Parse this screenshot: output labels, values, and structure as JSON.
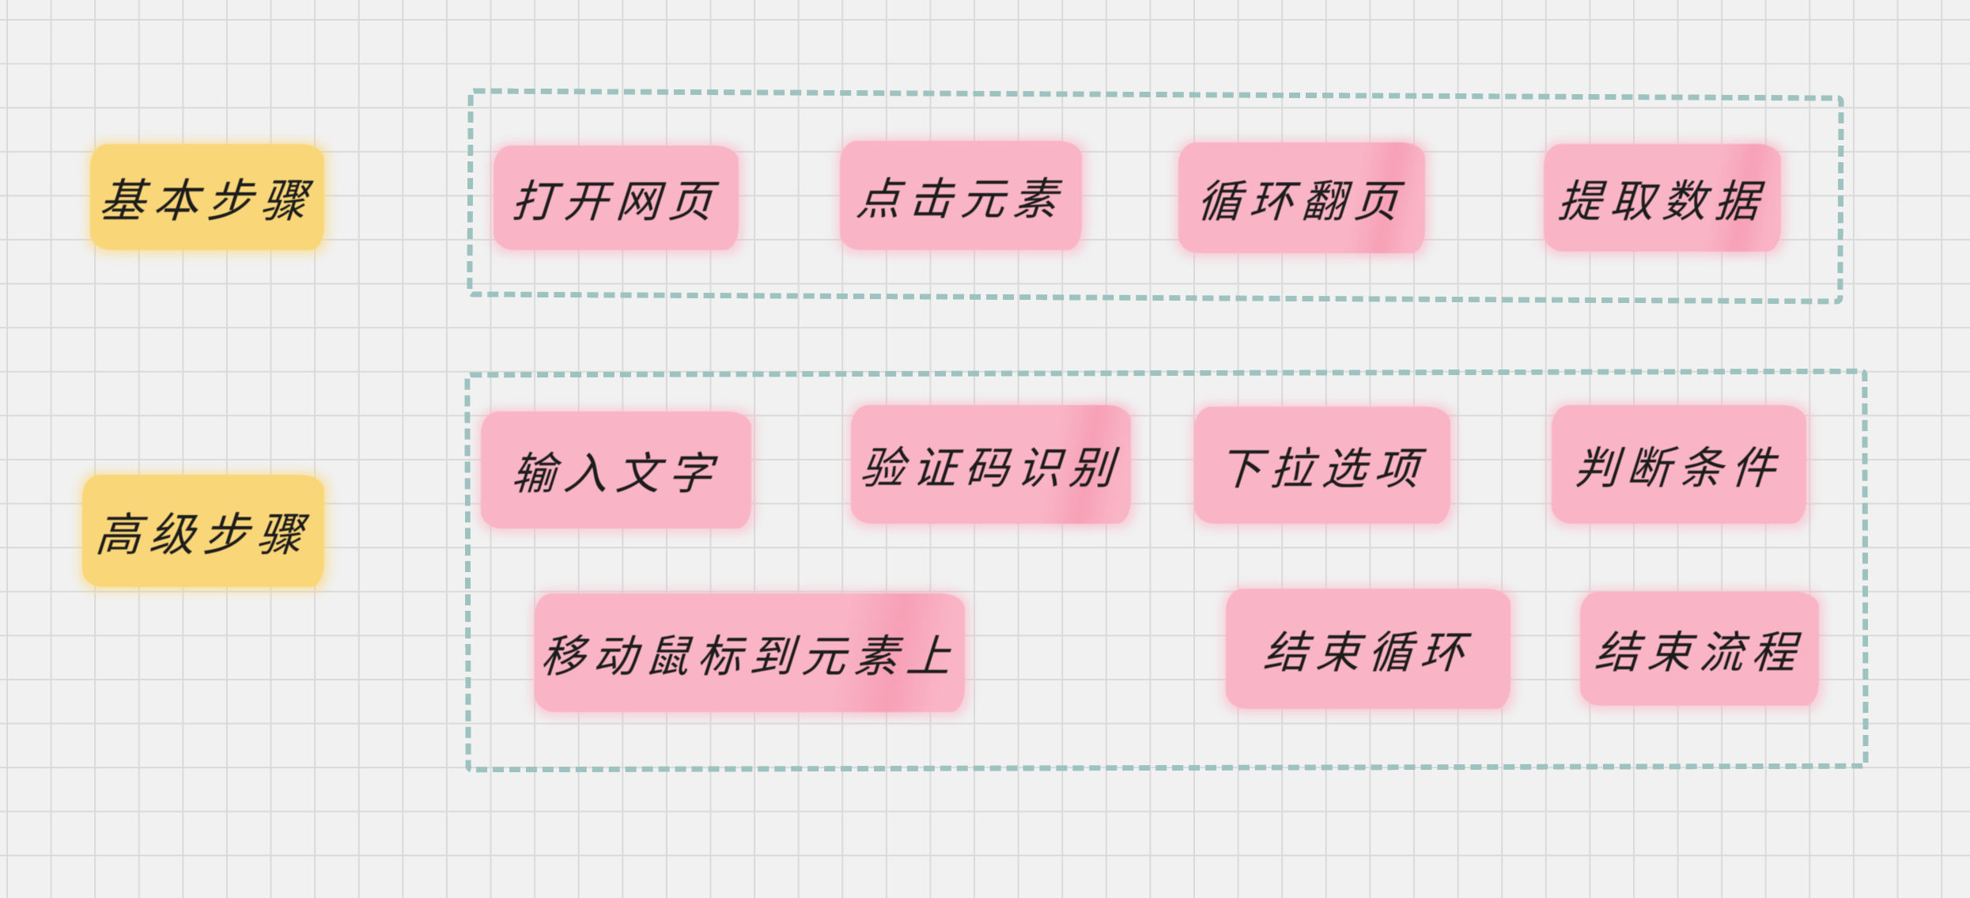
{
  "canvas": {
    "background": "#f1f1f1",
    "grid_color": "#dadada",
    "dash_color": "#9dc2c0",
    "category_color": "#f9d678",
    "step_color": "#f9b4c6"
  },
  "categories": [
    {
      "label": "基本步骤"
    },
    {
      "label": "高级步骤"
    }
  ],
  "basic_steps": [
    {
      "label": "打开网页"
    },
    {
      "label": "点击元素"
    },
    {
      "label": "循环翻页"
    },
    {
      "label": "提取数据"
    }
  ],
  "advanced_steps": [
    {
      "label": "输入文字"
    },
    {
      "label": "验证码识别"
    },
    {
      "label": "下拉选项"
    },
    {
      "label": "判断条件"
    },
    {
      "label": "移动鼠标到元素上"
    },
    {
      "label": "结束循环"
    },
    {
      "label": "结束流程"
    }
  ]
}
